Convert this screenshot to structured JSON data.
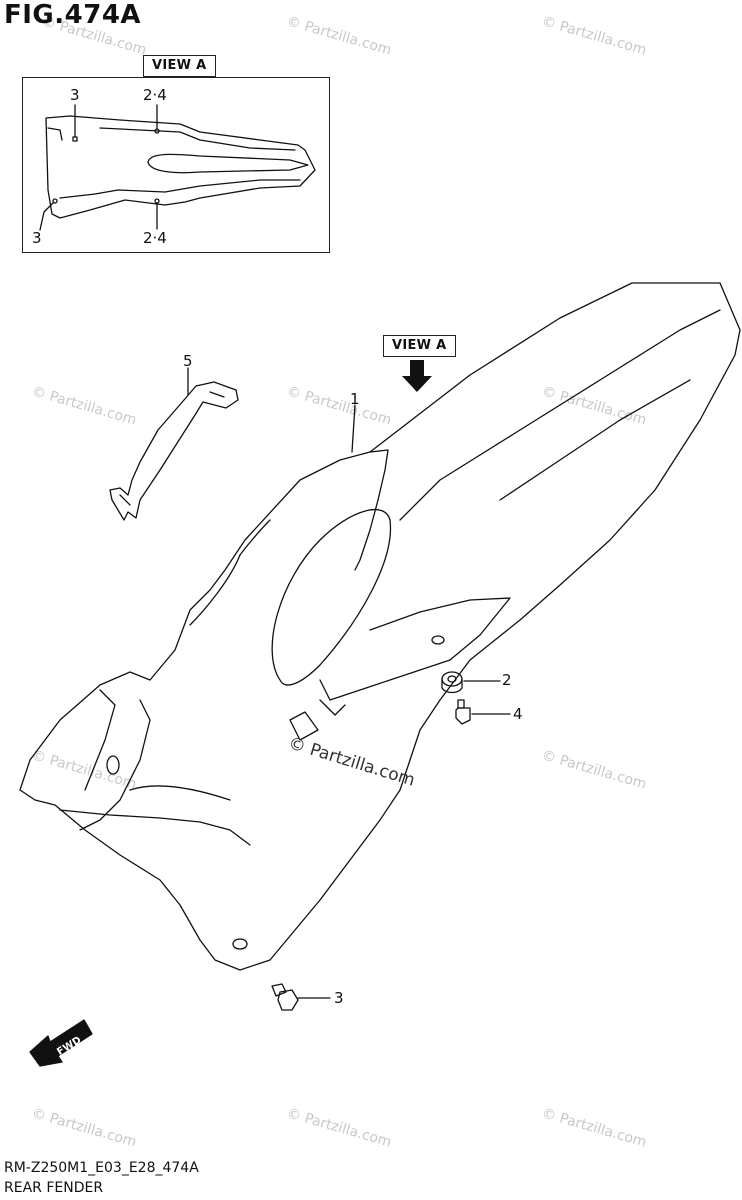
{
  "figure": {
    "title": "FIG.474A",
    "view_tag_inset": "VIEW A",
    "view_tag_main": "VIEW A",
    "inset_callouts": [
      "3",
      "2·4",
      "3",
      "2·4"
    ],
    "main_callouts": [
      "5",
      "1",
      "2",
      "4",
      "3"
    ],
    "fwd_label": "FWD"
  },
  "watermark": {
    "text": "© Partzilla.com",
    "center_text": "© Partzilla.com"
  },
  "footer": {
    "code": "RM-Z250M1_E03_E28_474A",
    "name": "REAR FENDER"
  }
}
